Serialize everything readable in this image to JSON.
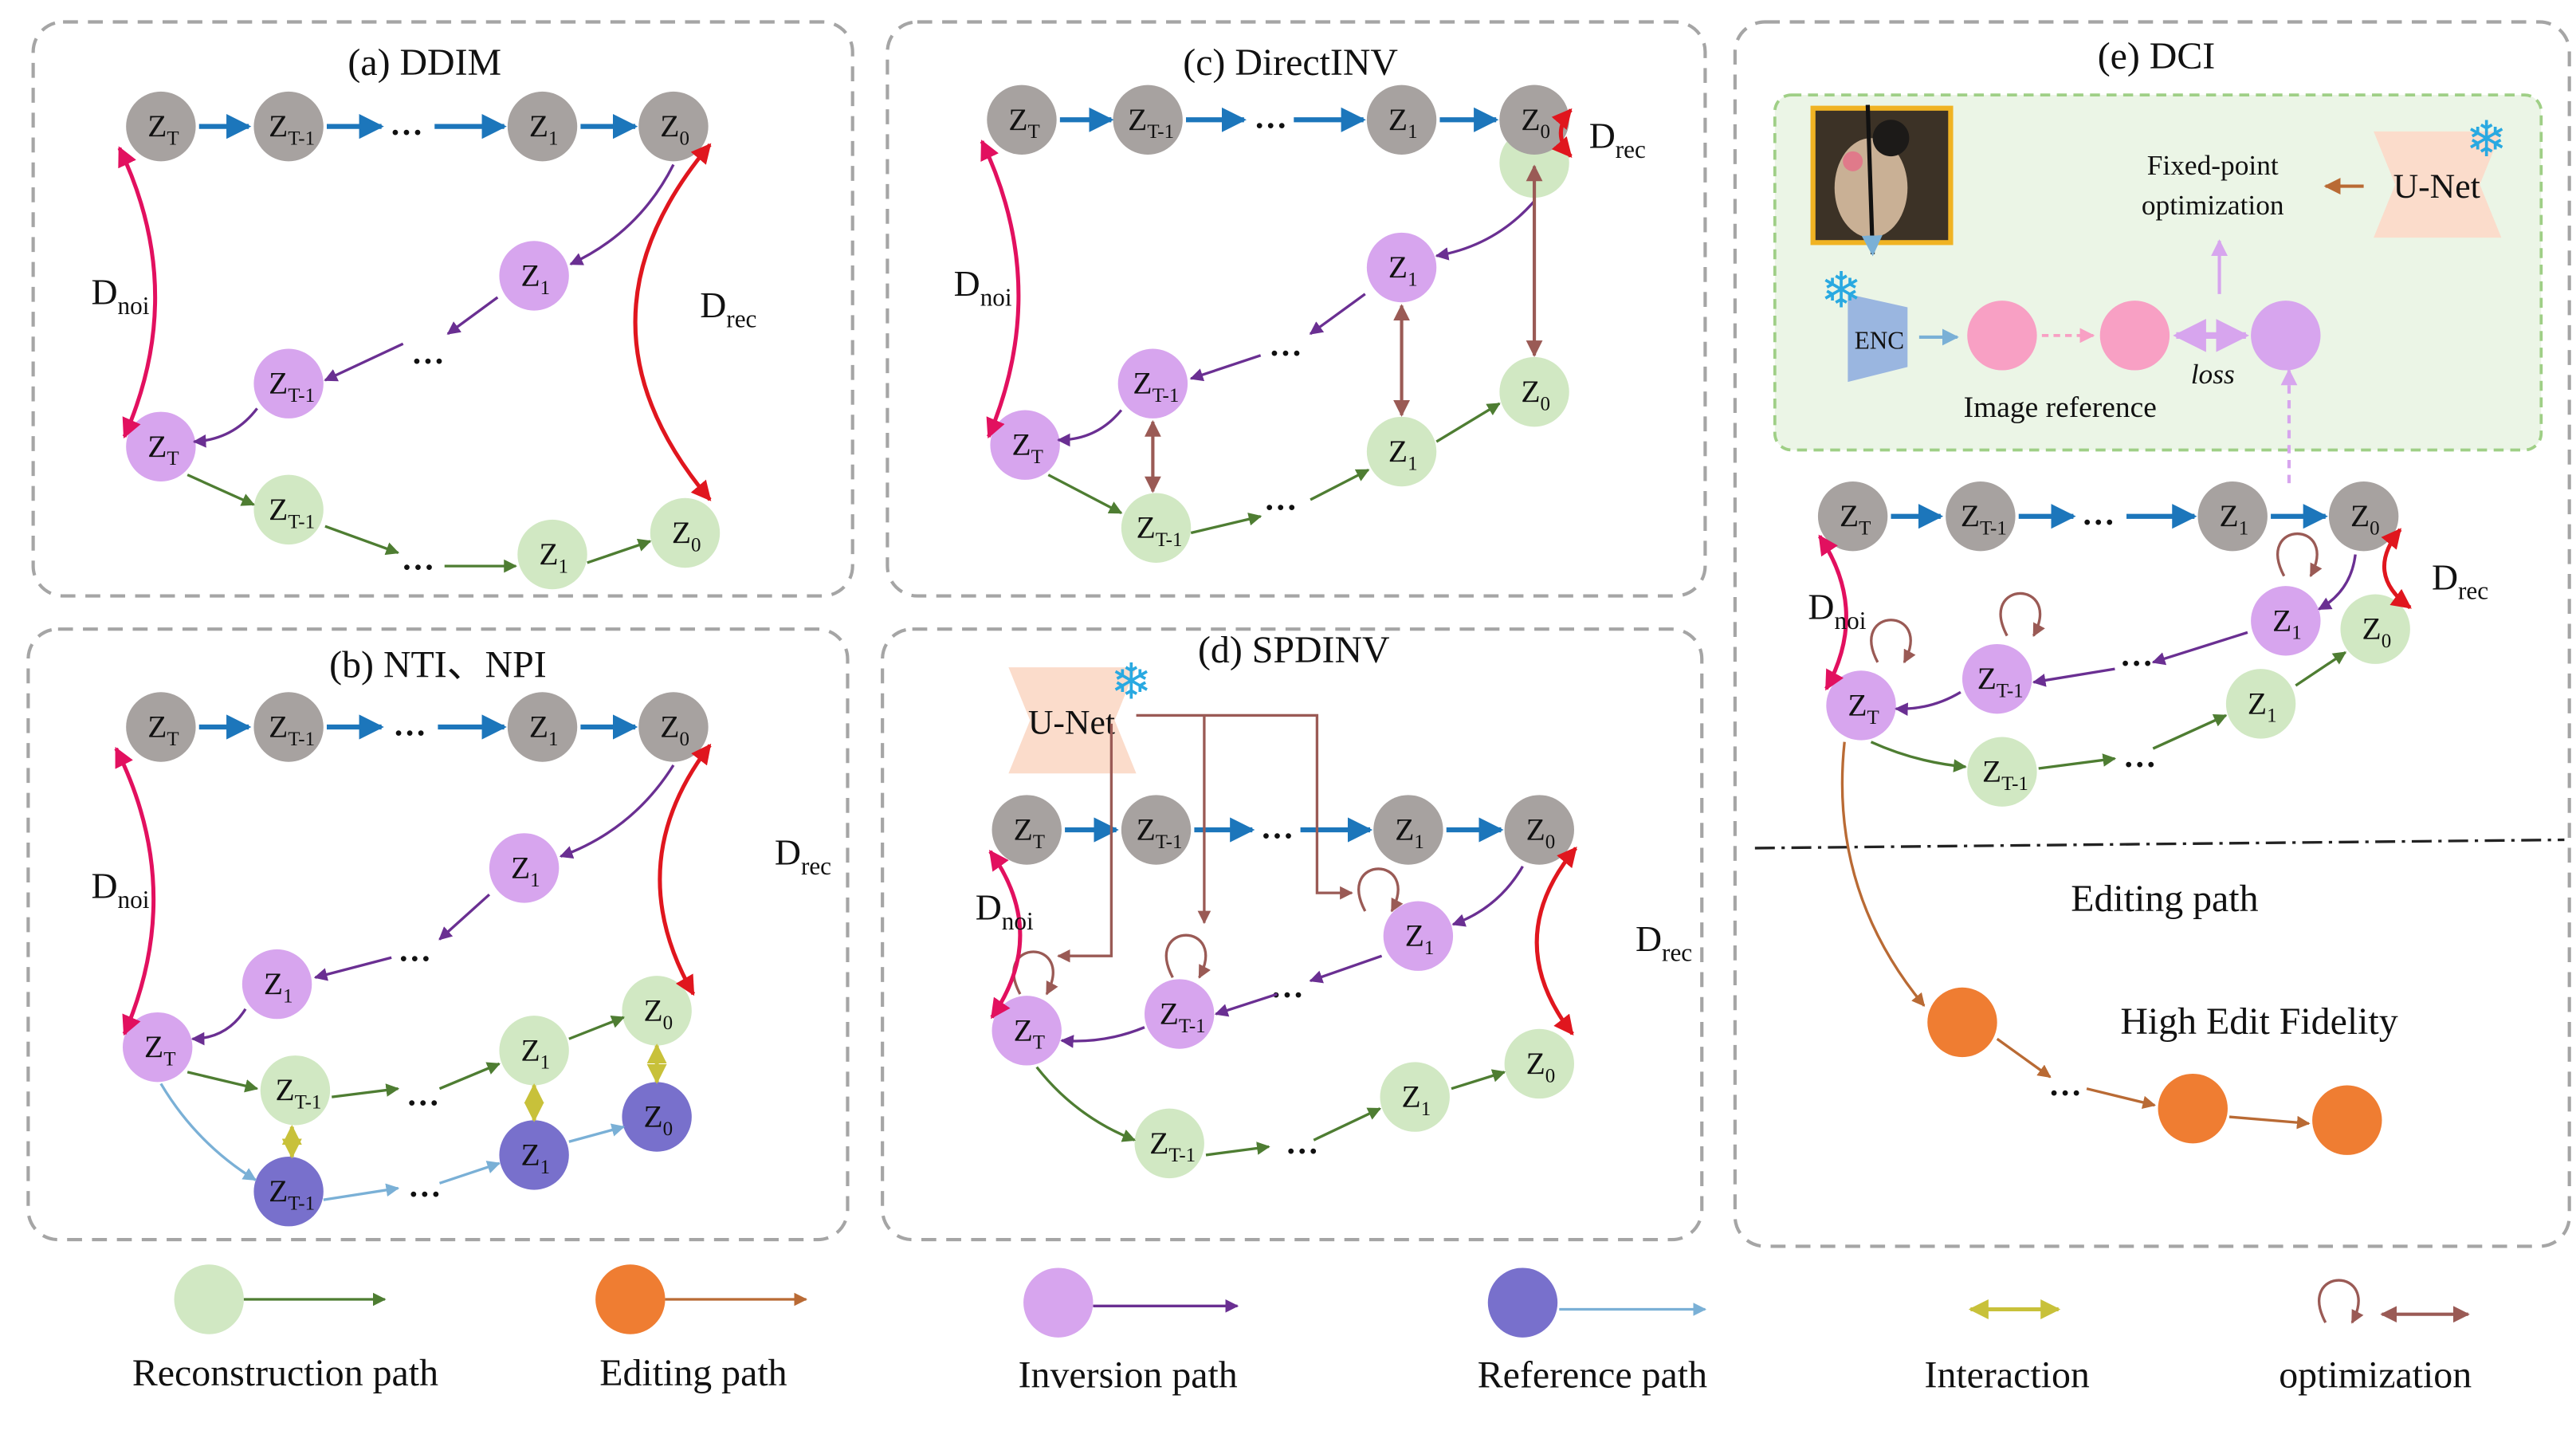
{
  "colors": {
    "gray_node": "#a7a2a0",
    "violet_node": "#d7a5ee",
    "green_node": "#d1e8c3",
    "blue_node": "#7870cc",
    "orange_node": "#ef7d32",
    "pink_node": "#f8a0c4",
    "blue_arrow": "#1c76bb",
    "purple_arrow": "#6a2f92",
    "green_arrow": "#4e7d32",
    "light_blue_arrow": "#7ab0d6",
    "olive_arrow": "#c8c13a",
    "brown_arrow": "#9a5a55",
    "orange_arrow": "#b96a34",
    "crimson": "#e2105f",
    "red": "#e0161e",
    "box_border": "#a5a5a5"
  },
  "panels": {
    "a": {
      "title": "(a) DDIM"
    },
    "b": {
      "title": "(b) NTI、NPI"
    },
    "c": {
      "title": "(c) DirectINV"
    },
    "d": {
      "title": "(d) SPDINV",
      "unet": "U-Net"
    },
    "e": {
      "title": "(e) DCI",
      "unet": "U-Net",
      "enc": "ENC",
      "fixed_point_1": "Fixed-point",
      "fixed_point_2": "optimization",
      "image_reference": "Image reference",
      "loss": "loss",
      "editing_path": "Editing path",
      "high_edit_fidelity": "High Edit Fidelity"
    }
  },
  "symbols": {
    "Z": "Z",
    "D": "D",
    "sub_T": "T",
    "sub_Tm1": "T-1",
    "sub_1": "1",
    "sub_0": "0",
    "sub_noi": "noi",
    "sub_rec": "rec",
    "dots": "…",
    "snowflake": "❄"
  },
  "legend": [
    {
      "label": "Reconstruction path",
      "icon": "green-circle-arrow"
    },
    {
      "label": "Editing path",
      "icon": "orange-circle-arrow"
    },
    {
      "label": "Inversion path",
      "icon": "violet-circle-arrow"
    },
    {
      "label": "Reference path",
      "icon": "blue-circle-arrow"
    },
    {
      "label": "Interaction",
      "icon": "double-arrow"
    },
    {
      "label": "optimization",
      "icon": "loop-and-double-arrow"
    }
  ]
}
